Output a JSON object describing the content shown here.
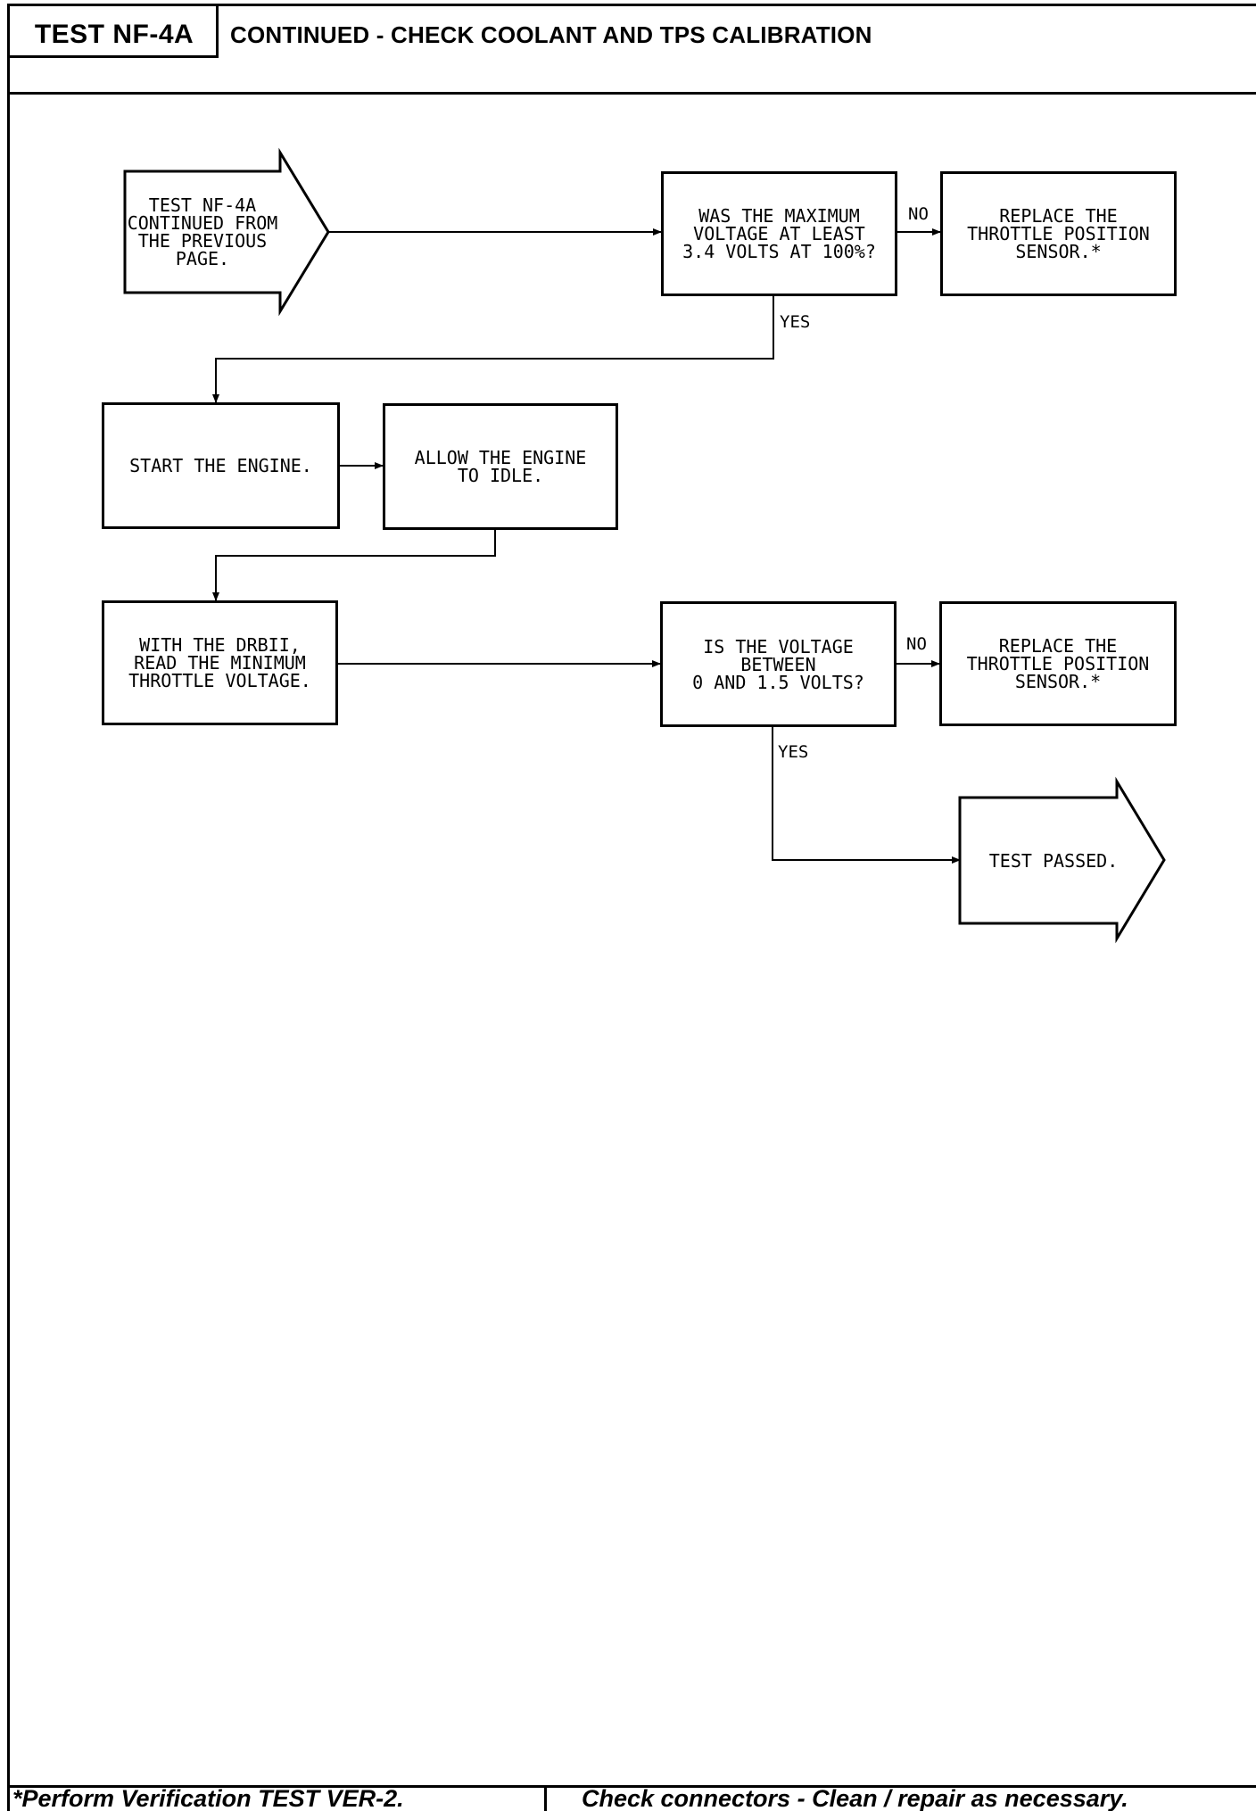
{
  "header": {
    "test_id": "TEST NF-4A",
    "title": "CONTINUED - CHECK COOLANT AND TPS CALIBRATION"
  },
  "flowchart": {
    "start": "TEST NF-4A\nCONTINUED FROM\nTHE PREVIOUS\nPAGE.",
    "q1": "WAS THE MAXIMUM\nVOLTAGE AT LEAST\n3.4 VOLTS AT 100%?",
    "q1_no_action": "REPLACE THE\nTHROTTLE POSITION\nSENSOR.*",
    "start_engine": "START THE ENGINE.",
    "idle": "ALLOW THE ENGINE\nTO IDLE.",
    "read_min": "WITH THE DRBII,\nREAD THE MINIMUM\nTHROTTLE VOLTAGE.",
    "q2": "IS THE VOLTAGE\nBETWEEN\n0 AND 1.5 VOLTS?",
    "q2_no_action": "REPLACE THE\nTHROTTLE POSITION\nSENSOR.*",
    "end": "TEST PASSED.",
    "no_label": "NO",
    "yes_label": "YES"
  },
  "footer": {
    "left": "*Perform Verification TEST VER-2.",
    "right": "Check connectors - Clean / repair as necessary."
  }
}
